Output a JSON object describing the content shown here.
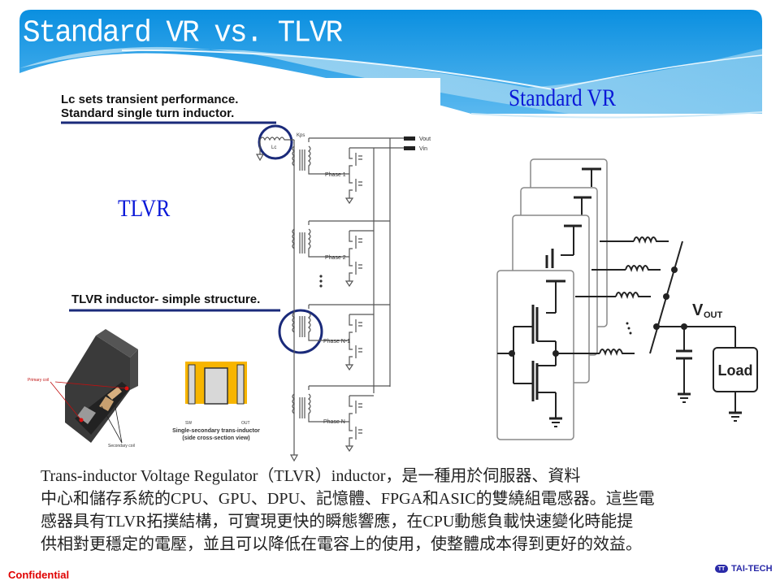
{
  "slide": {
    "title": "Standard VR vs. TLVR",
    "colors": {
      "header_dark": "#0a8fe0",
      "header_light": "#a8d8f0",
      "label_blue": "#0a18d8",
      "confidential_red": "#e00000"
    }
  },
  "labels": {
    "standard_vr": "Standard VR",
    "tlvr": "TLVR"
  },
  "tlvr_figure": {
    "caption_top_line1": "Lc sets transient performance.",
    "caption_top_line2": "Standard single turn inductor.",
    "caption_mid": "TLVR inductor- simple structure.",
    "lc_label": "Lc",
    "kps_label": "Kps",
    "vout_label": "Vout",
    "vin_label": "Vin",
    "phases": [
      "Phase 1",
      "Phase 2",
      "Phase N-1",
      "Phase N"
    ],
    "primary_coil": "Primary coil",
    "secondary_coil": "Secondary coil",
    "sw_label": "SW",
    "out_label": "OUT",
    "cross_section_line1": "Single-secondary trans-inductor",
    "cross_section_line2": "(side cross-section view)"
  },
  "standard_vr_figure": {
    "vout_label": "V",
    "vout_sub": "OUT",
    "load_label": "Load"
  },
  "description": {
    "lines": [
      "Trans-inductor Voltage Regulator（TLVR）inductor，是一種用於伺服器、資料",
      "中心和儲存系統的CPU、GPU、DPU、記憶體、FPGA和ASIC的雙繞組電感器。這些電",
      "感器具有TLVR拓撲結構，可實現更快的瞬態響應，在CPU動態負載快速變化時能提",
      "供相對更穩定的電壓，並且可以降低在電容上的使用，使整體成本得到更好的效益。"
    ]
  },
  "footer": {
    "confidential": "Confidential",
    "logo_text": "TAI-TECH",
    "logo_mark": "TT"
  }
}
